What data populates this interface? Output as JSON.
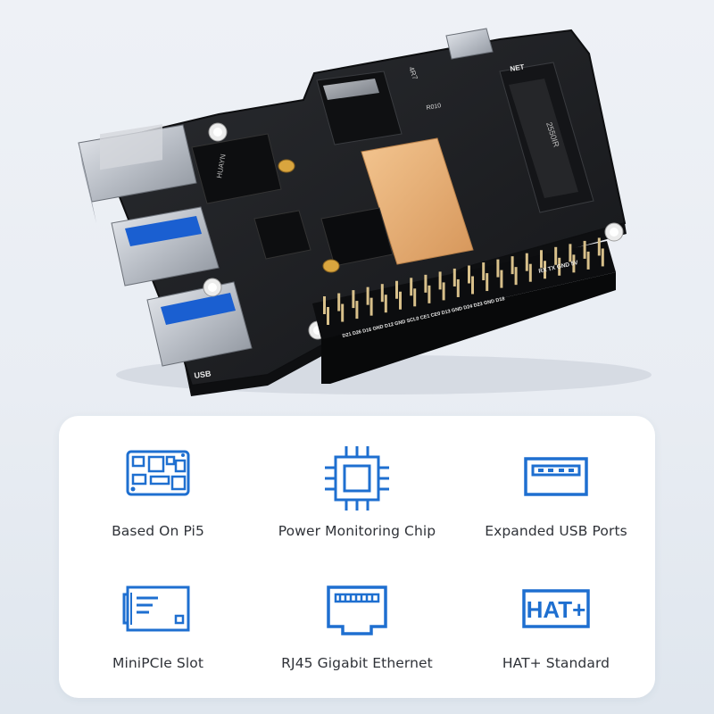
{
  "board": {
    "silk_usb": "USB",
    "silk_net": "NET",
    "silk_ic": "4R7",
    "silk_rd": "R010",
    "silk_pins_top": "RX  TX  GND  5V",
    "silk_pins_bottom": "D21 D26 D16 GND D12 GND SCL0 CE1 CE0 D13 GND D24 D23 GND D18",
    "silk_chip": "HUAYN",
    "silk_slot": "2550IR"
  },
  "features": [
    {
      "label": "Based On Pi5",
      "icon": "raspberry-pi-board-icon"
    },
    {
      "label": "Power Monitoring Chip",
      "icon": "chip-icon"
    },
    {
      "label": "Expanded USB Ports",
      "icon": "usb-port-icon"
    },
    {
      "label": "MiniPCIe Slot",
      "icon": "minipcie-card-icon"
    },
    {
      "label": "RJ45 Gigabit Ethernet",
      "icon": "ethernet-port-icon"
    },
    {
      "label": "HAT+ Standard",
      "icon": "hat-plus-icon",
      "icon_text": "HAT+"
    }
  ],
  "colors": {
    "accent": "#1e6fd0",
    "board": "#1c1e21",
    "gold": "#e0a86c"
  }
}
